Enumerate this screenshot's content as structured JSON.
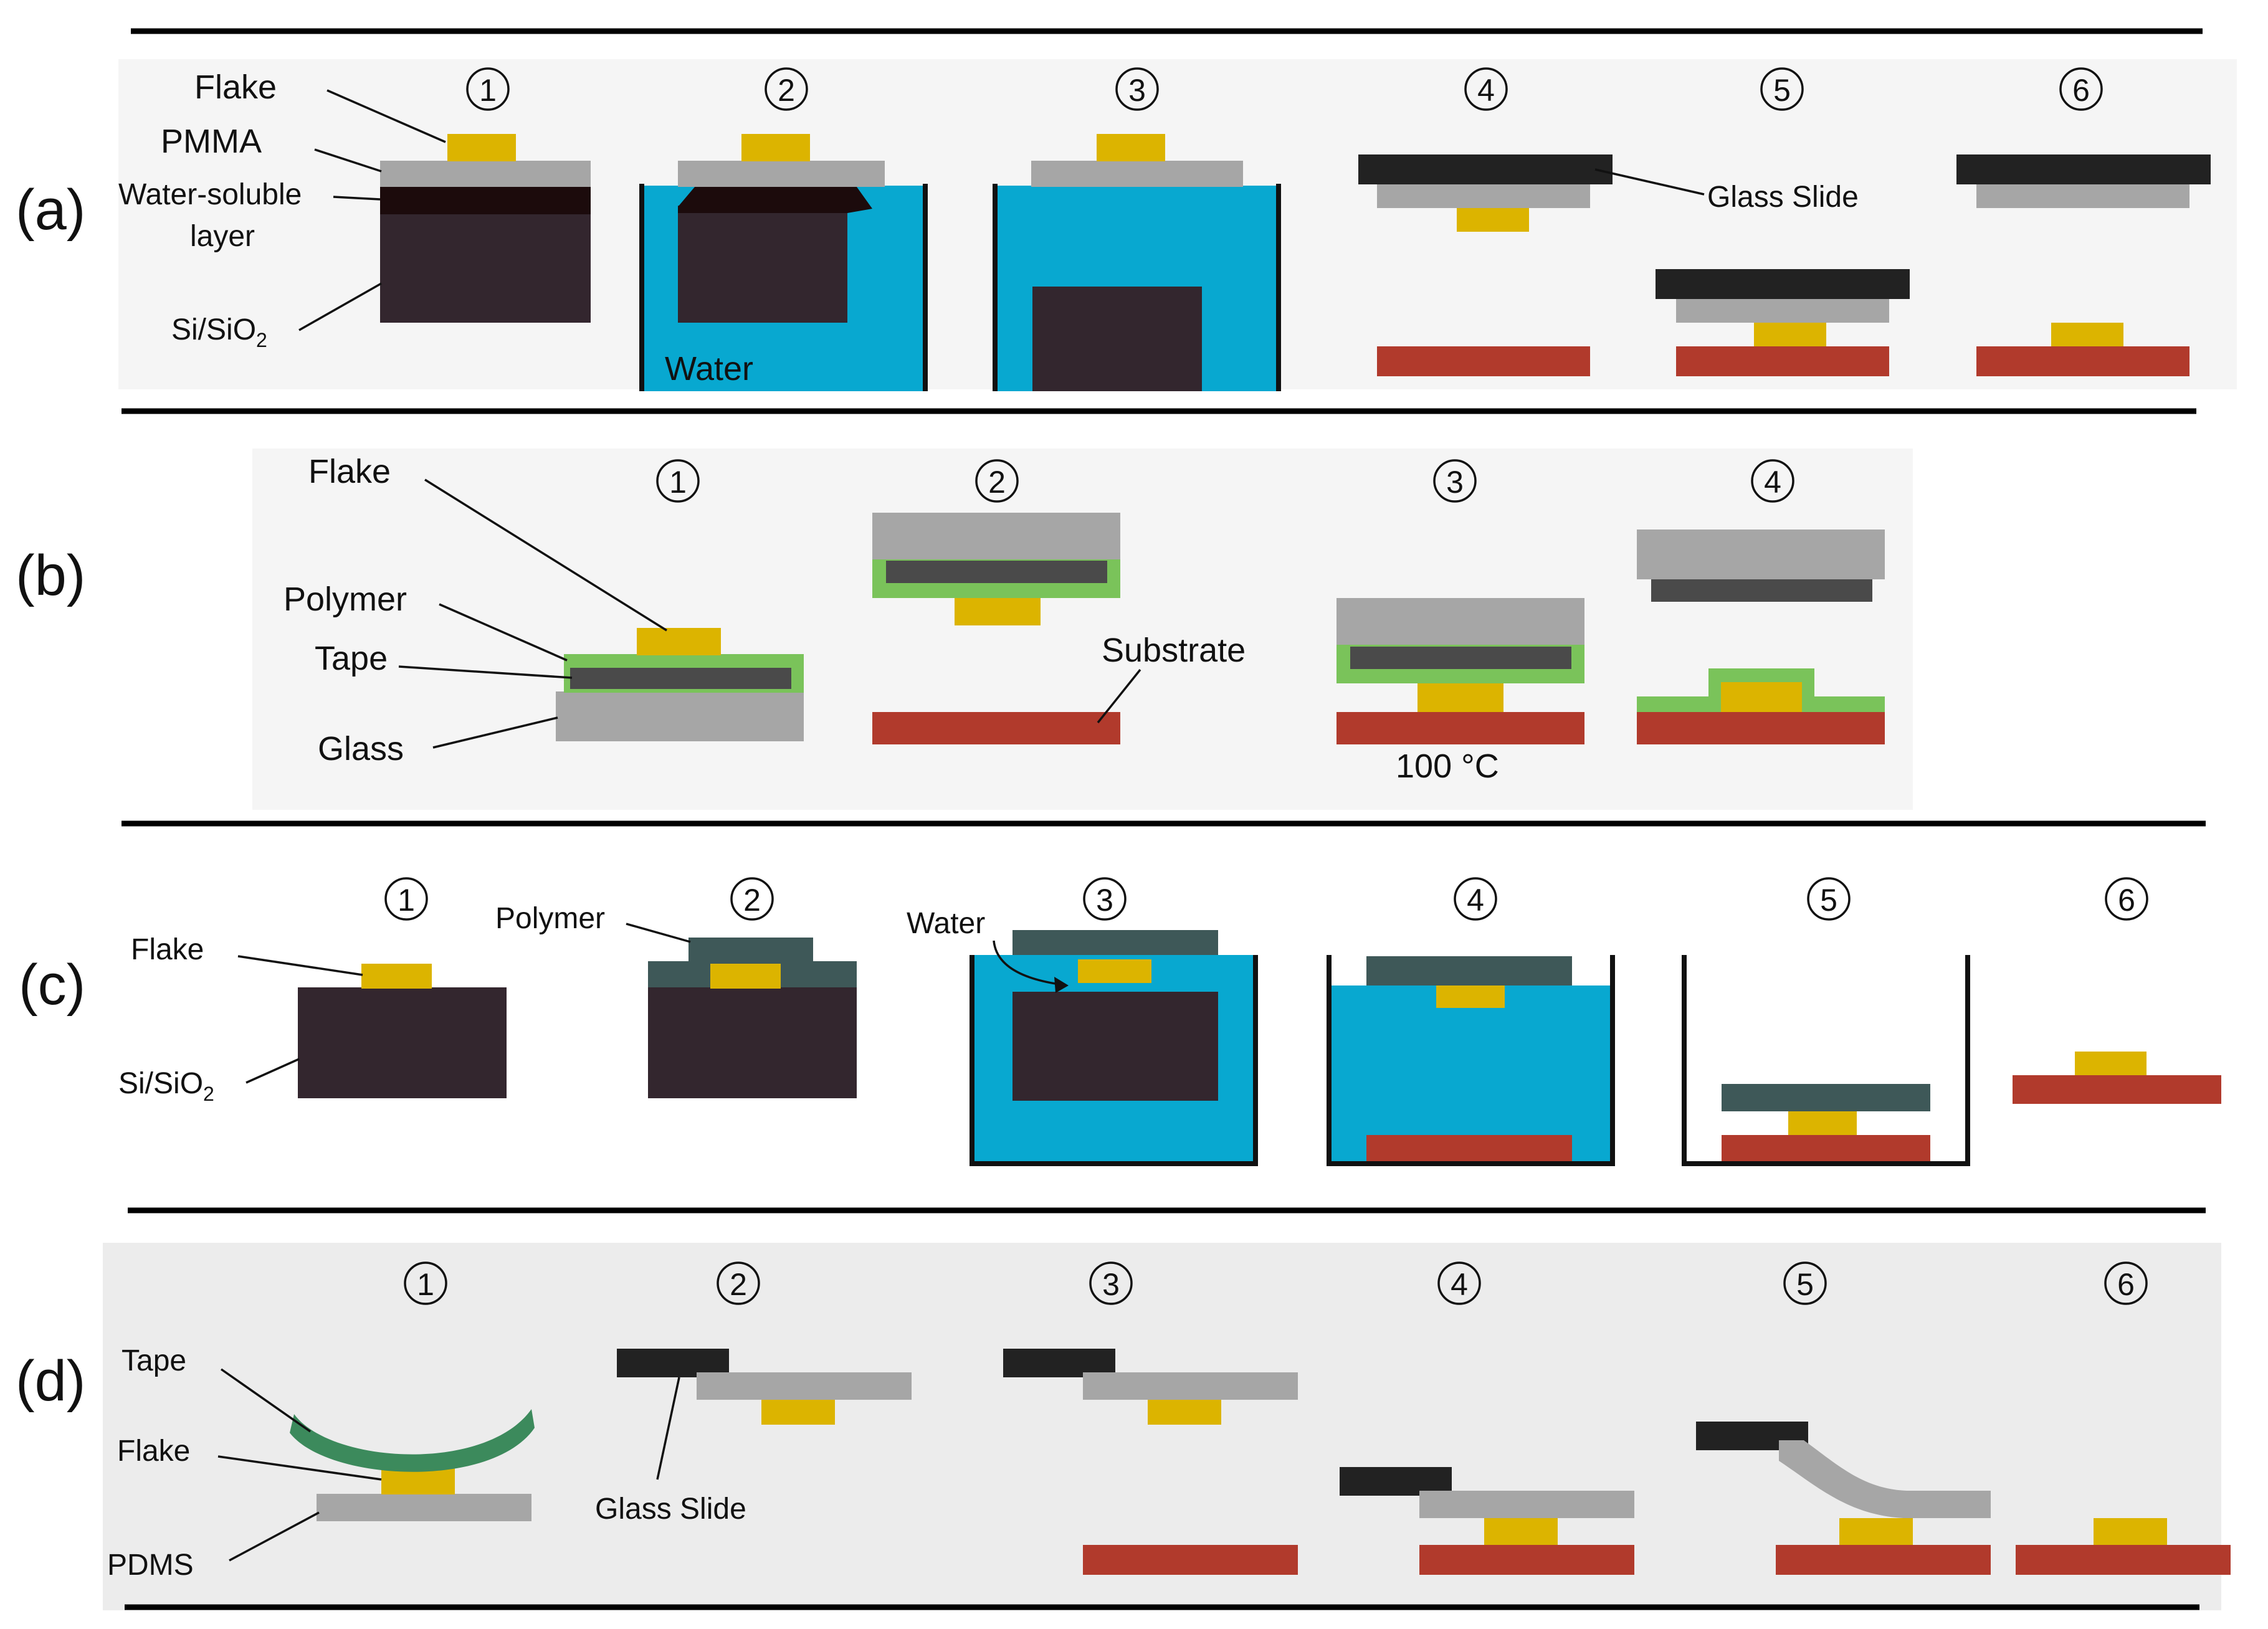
{
  "colors": {
    "flake": "#dcb400",
    "pmma": "#a6a6a6",
    "polymer_dark": "#3e5858",
    "green_polymer": "#7ac35a",
    "tape_dark": "#4a4a4a",
    "silicon": "#33262e",
    "water_soluble": "#1c0b0c",
    "water": "#08a8d0",
    "glass_slide": "#222222",
    "substrate": "#b13a2c",
    "tape_green": "#3c8a5c",
    "panel_bg": "#f5f5f5"
  },
  "panels": {
    "a": {
      "letter": "(a)",
      "steps": [
        "1",
        "2",
        "3",
        "4",
        "5",
        "6"
      ],
      "labels": {
        "flake": "Flake",
        "pmma": "PMMA",
        "water_soluble_1": "Water-soluble",
        "water_soluble_2": "layer",
        "si_sio2": "Si/SiO",
        "si_sub": "2",
        "water": "Water",
        "glass_slide": "Glass Slide"
      }
    },
    "b": {
      "letter": "(b)",
      "steps": [
        "1",
        "2",
        "3",
        "4"
      ],
      "labels": {
        "flake": "Flake",
        "polymer": "Polymer",
        "tape": "Tape",
        "glass": "Glass",
        "substrate": "Substrate",
        "temperature": "100 °C"
      }
    },
    "c": {
      "letter": "(c)",
      "steps": [
        "1",
        "2",
        "3",
        "4",
        "5",
        "6"
      ],
      "labels": {
        "flake": "Flake",
        "si_sio2": "Si/SiO",
        "si_sub": "2",
        "polymer": "Polymer",
        "water": "Water"
      }
    },
    "d": {
      "letter": "(d)",
      "steps": [
        "1",
        "2",
        "3",
        "4",
        "5",
        "6"
      ],
      "labels": {
        "tape": "Tape",
        "flake": "Flake",
        "pdms": "PDMS",
        "glass_slide": "Glass Slide"
      }
    }
  }
}
